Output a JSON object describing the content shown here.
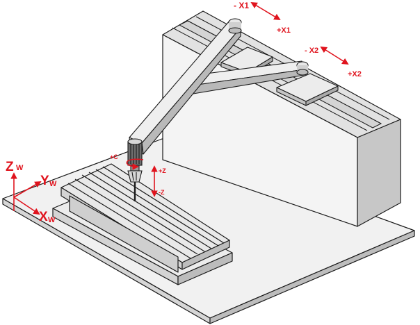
{
  "colors": {
    "axis_red": "#e0141e",
    "outline": "#1a1a1a",
    "base_top": "#f1f1f1",
    "wall_front": "#f4f4f4",
    "wall_side": "#c7c7c7",
    "wall_top": "#e2e2e2",
    "arm_top": "#efefef",
    "arm_side": "#b9b9b9",
    "table_top": "#e9e9e9",
    "table_side": "#bdbdbd"
  },
  "labels": {
    "x1_minus": "- X1",
    "x1_plus": "+X1",
    "x2_minus": "- X2",
    "x2_plus": "+X2",
    "z_plus": "+Z",
    "z_minus": "-Z",
    "c_plus": "+C",
    "world_z": "Z",
    "world_y": "Y",
    "world_x": "X",
    "world_sub": "W"
  }
}
